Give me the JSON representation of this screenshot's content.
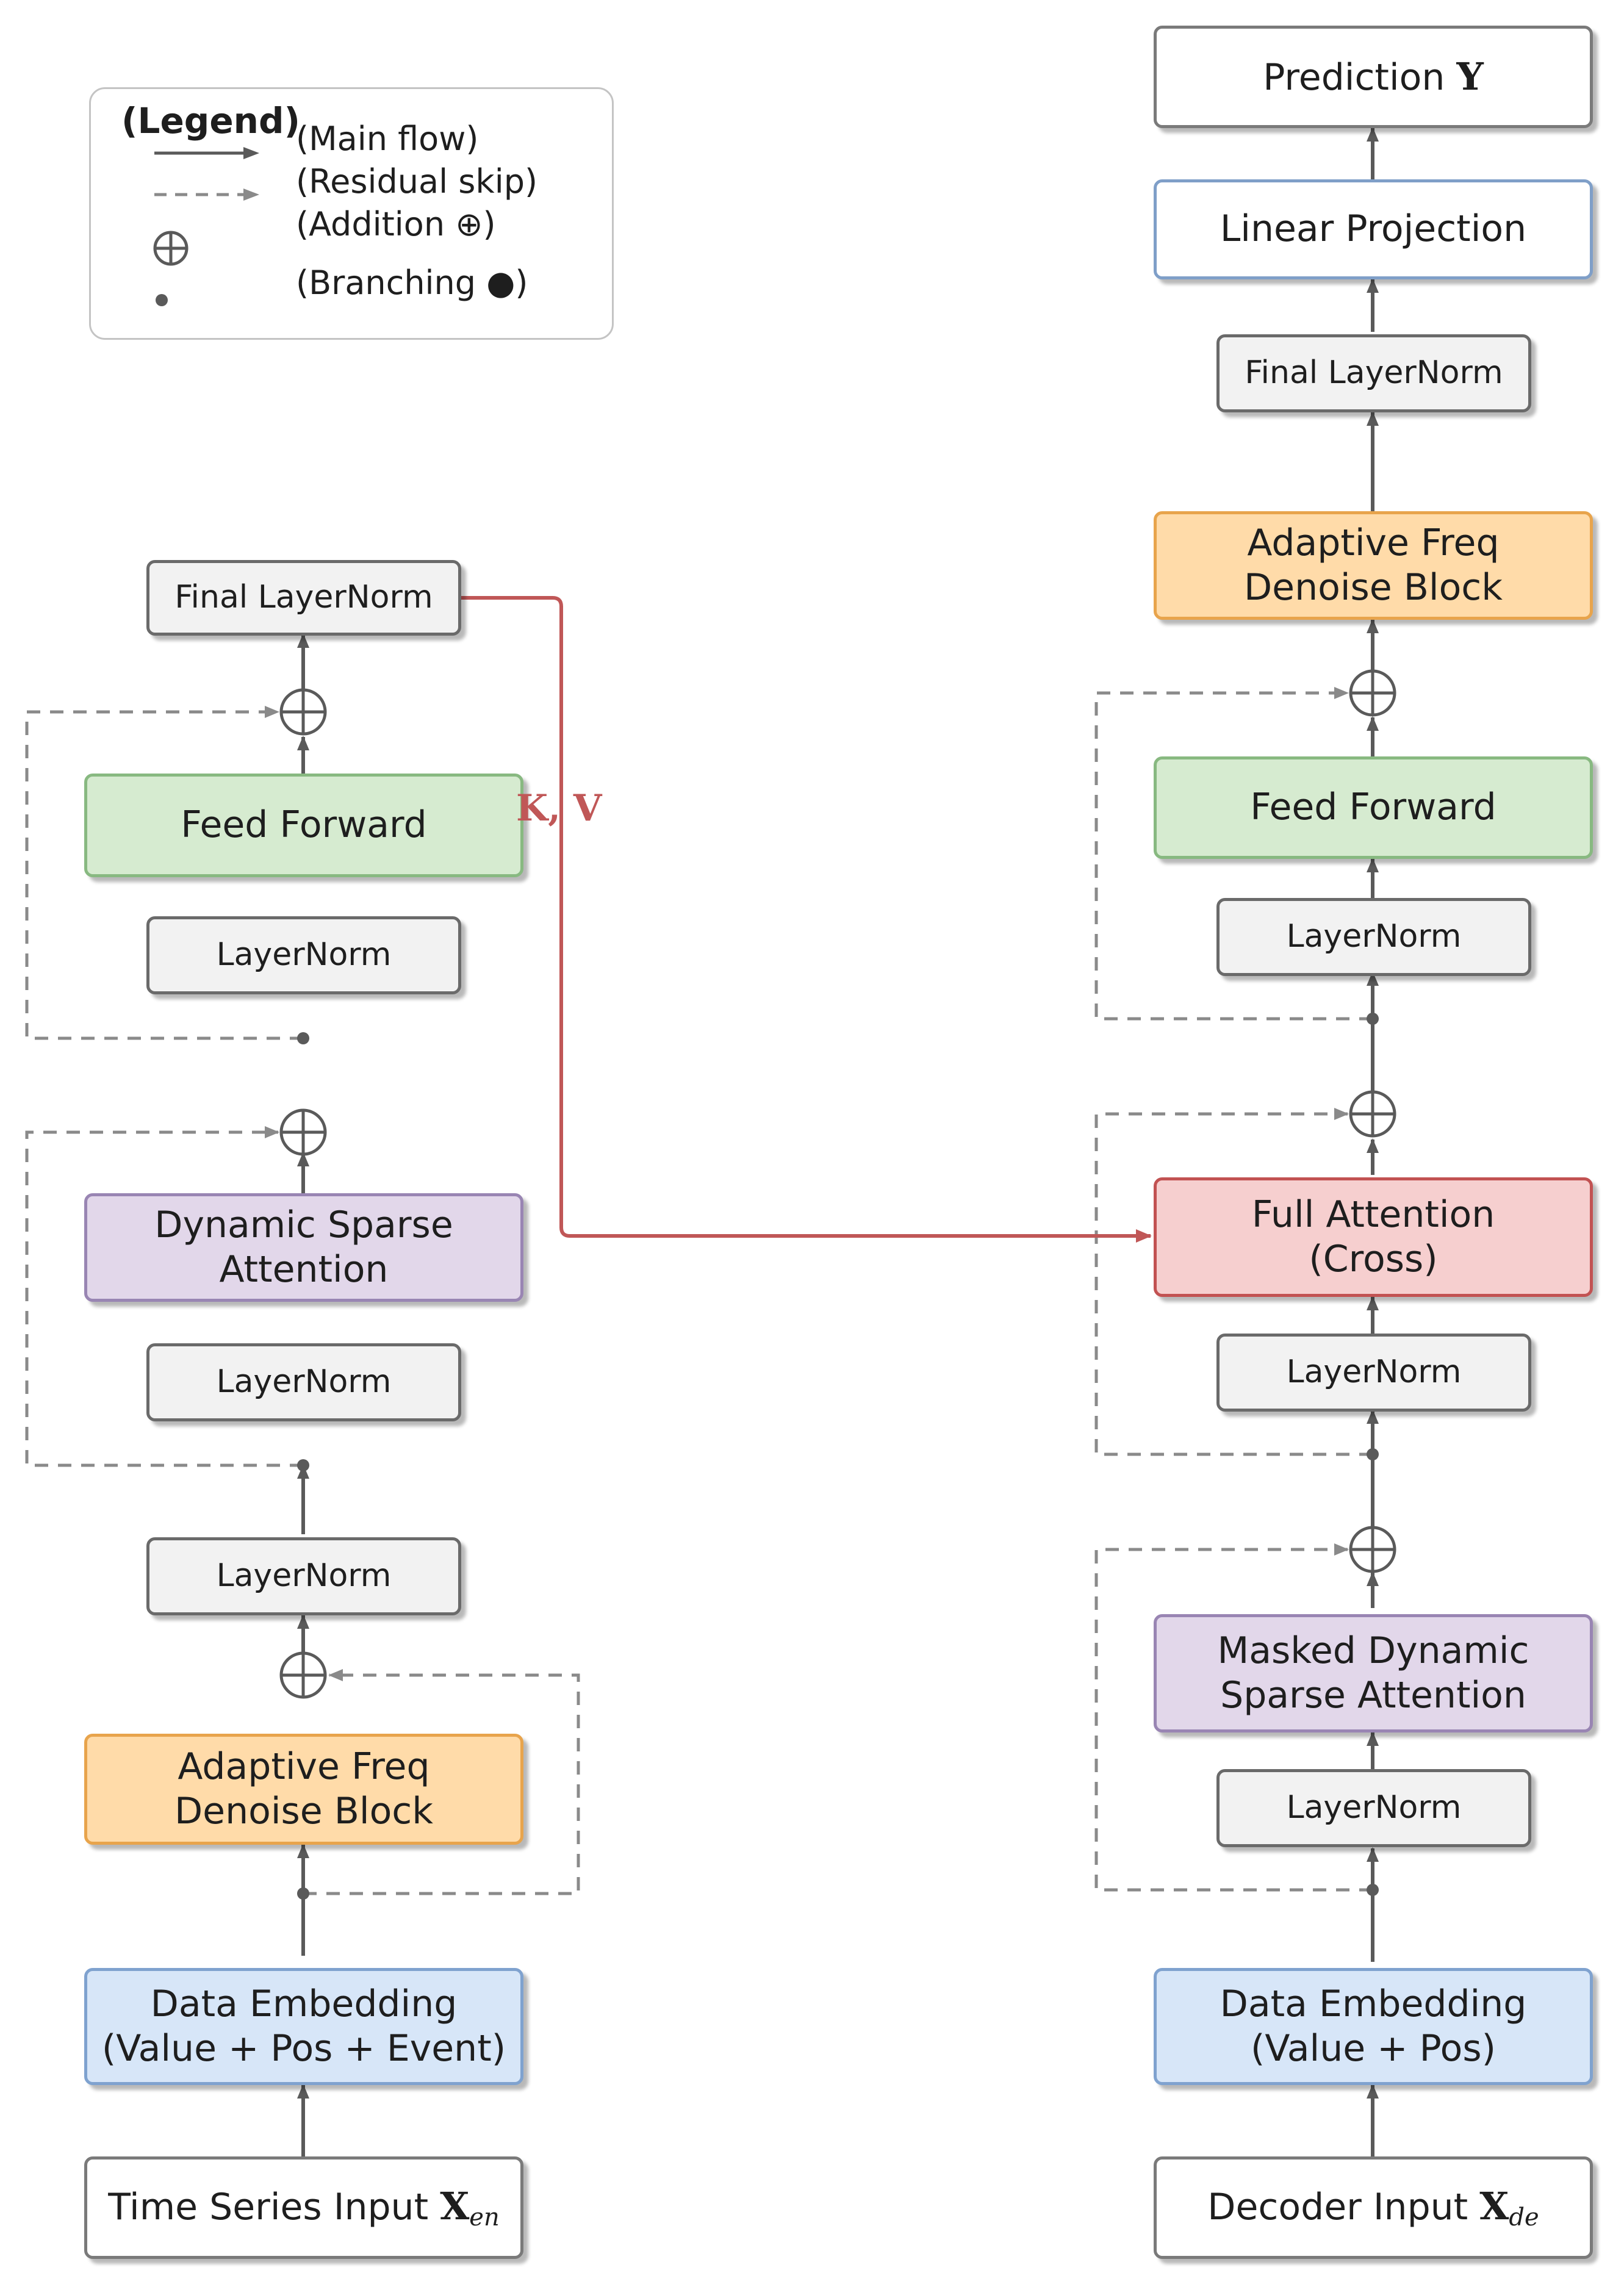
{
  "legend": {
    "title": "(Legend)",
    "main_flow": "(Main flow)",
    "residual_skip": "(Residual skip)",
    "addition": "(Addition ⊕)",
    "branching": "(Branching ●)"
  },
  "encoder": {
    "input": {
      "text": "Time Series Input ",
      "sym": "X",
      "sub": "en"
    },
    "embedding": [
      "Data Embedding",
      "(Value + Pos + Event)"
    ],
    "denoise": [
      "Adaptive Freq",
      "Denoise Block"
    ],
    "layernorm_1": "LayerNorm",
    "layernorm_2": "LayerNorm",
    "attention": [
      "Dynamic Sparse",
      "Attention"
    ],
    "layernorm_3": "LayerNorm",
    "feed_forward": "Feed Forward",
    "final_layernorm": "Final LayerNorm"
  },
  "cross_label": "K, V",
  "decoder": {
    "input": {
      "text": "Decoder Input ",
      "sym": "X",
      "sub": "de"
    },
    "embedding": [
      "Data Embedding",
      "(Value + Pos)"
    ],
    "layernorm_1": "LayerNorm",
    "masked_attention": [
      "Masked Dynamic",
      "Sparse Attention"
    ],
    "layernorm_2": "LayerNorm",
    "cross_attention": [
      "Full Attention",
      "(Cross)"
    ],
    "layernorm_3": "LayerNorm",
    "feed_forward": "Feed Forward",
    "denoise": [
      "Adaptive Freq",
      "Denoise Block"
    ],
    "final_layernorm": "Final LayerNorm",
    "linear": "Linear Projection",
    "prediction": {
      "text": "Prediction ",
      "sym": "Y"
    }
  },
  "colors": {
    "main_flow": "#5a5a5a",
    "residual": "#8a8a8a",
    "cross_connection": "#c05757",
    "feed_forward": "#d6ebd0",
    "attention": "#e2d7ea",
    "denoise": "#ffdba9",
    "embedding": "#d7e6f8",
    "cross_attention": "#f6cfcf",
    "layernorm": "#f2f2f2"
  }
}
